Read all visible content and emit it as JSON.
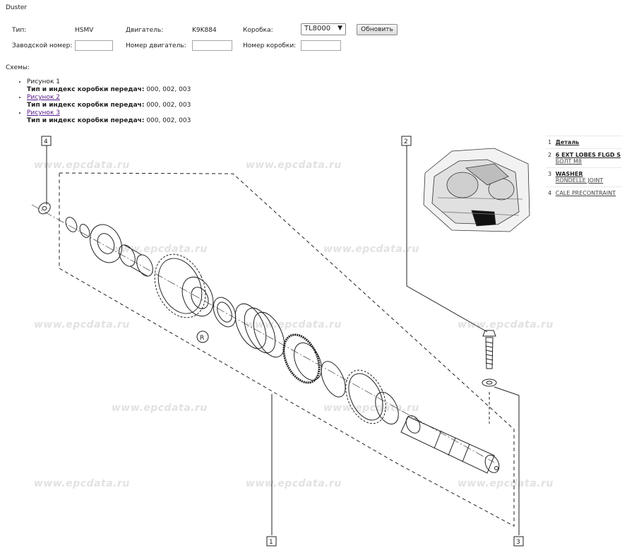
{
  "header": {
    "brand": "Duster",
    "type_label": "Тип:",
    "type_value": "HSMV",
    "engine_label": "Двигатель:",
    "engine_value": "K9K884",
    "gearbox_label": "Коробка:",
    "gearbox_selected": "TL8000",
    "update_button": "Обновить",
    "vin_label": "Заводской номер:",
    "engine_number_label": "Номер двигатель:",
    "gearbox_number_label": "Номер коробки:"
  },
  "schemes": {
    "title": "Схемы:",
    "items": [
      {
        "name": "Рисунок 1",
        "desc_label": "Тип и индекс коробки передач:",
        "desc_value": "000, 002, 003"
      },
      {
        "name": "Рисунок 2",
        "desc_label": "Тип и индекс коробки передач:",
        "desc_value": "000, 002, 003"
      },
      {
        "name": "Рисунок 3",
        "desc_label": "Тип и индекс коробки передач:",
        "desc_value": "000, 002, 003"
      }
    ]
  },
  "watermark": "www.epcdata.ru",
  "diagram": {
    "callouts": [
      "4",
      "2",
      "1",
      "3"
    ],
    "reverse_mark": "R"
  },
  "parts_table": [
    {
      "num": "1",
      "name": "Деталь",
      "sub": ""
    },
    {
      "num": "2",
      "name": "6 EXT LOBES FLGD S",
      "sub": "БОЛТ M8"
    },
    {
      "num": "3",
      "name": "WASHER",
      "sub": "RONDELLE JOINT"
    },
    {
      "num": "4",
      "name": "",
      "sub": "CALE PRECONTRAINT"
    }
  ]
}
